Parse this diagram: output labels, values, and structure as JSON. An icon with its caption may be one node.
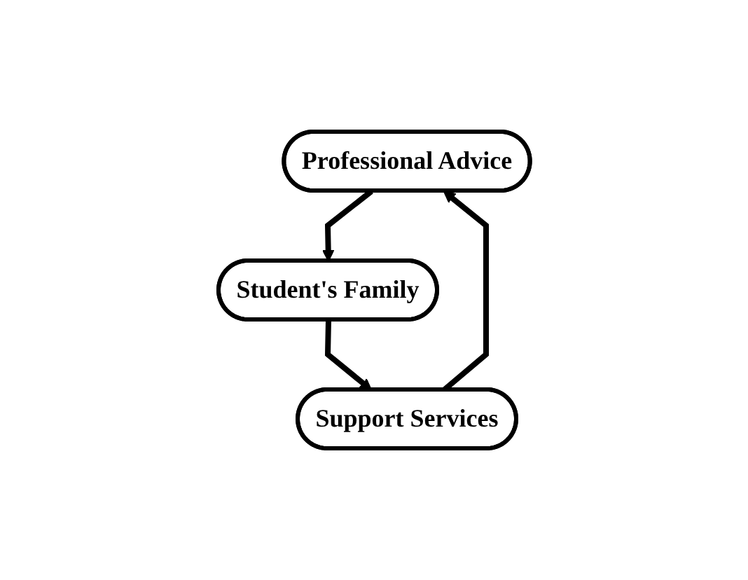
{
  "diagram": {
    "nodes": [
      {
        "text": [
          "Professional Advice"
        ]
      },
      {
        "text": [
          "Student's Family"
        ]
      },
      {
        "text": [
          "Support Services"
        ]
      }
    ],
    "edges": [
      {
        "from": 0,
        "to": 1,
        "arrow": "to"
      },
      {
        "from": 1,
        "to": 2,
        "arrow": "to"
      },
      {
        "from": 2,
        "to": 0,
        "arrow": "to"
      }
    ]
  }
}
